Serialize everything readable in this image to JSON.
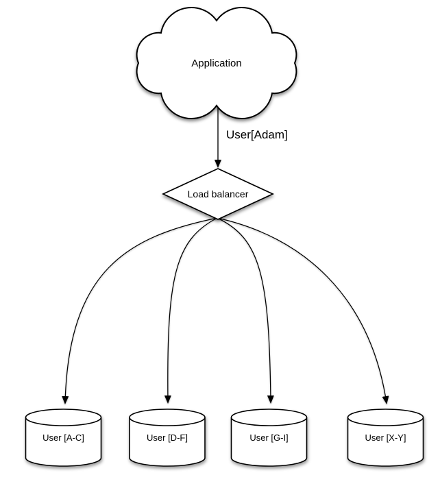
{
  "diagram": {
    "type": "sharding-architecture-diagram",
    "nodes": {
      "application": {
        "label": "Application",
        "shape": "cloud"
      },
      "load_balancer": {
        "label": "Load balancer",
        "shape": "diamond"
      },
      "shards": [
        {
          "label": "User [A-C]",
          "shape": "database-cylinder"
        },
        {
          "label": "User [D-F]",
          "shape": "database-cylinder"
        },
        {
          "label": "User [G-I]",
          "shape": "database-cylinder"
        },
        {
          "label": "User [X-Y]",
          "shape": "database-cylinder"
        }
      ]
    },
    "edges": {
      "app_to_lb": {
        "label": "User[Adam]",
        "from": "application",
        "to": "load_balancer"
      },
      "lb_to_shards": [
        {
          "from": "load_balancer",
          "to": "User [A-C]"
        },
        {
          "from": "load_balancer",
          "to": "User [D-F]"
        },
        {
          "from": "load_balancer",
          "to": "User [G-I]"
        },
        {
          "from": "load_balancer",
          "to": "User [X-Y]"
        }
      ]
    },
    "colors": {
      "stroke": "#000000",
      "fill": "#ffffff",
      "background": "#ffffff",
      "shadow": "rgba(0,0,0,0.45)"
    }
  }
}
